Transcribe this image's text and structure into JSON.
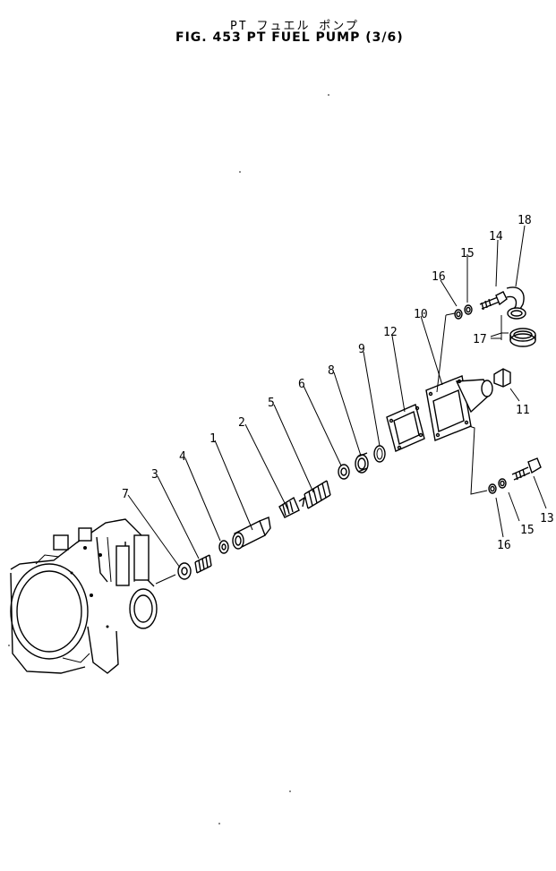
{
  "header": {
    "title_jp": "PT フュエル ポンプ",
    "title": "FIG. 453  PT FUEL PUMP (3/6)"
  },
  "callouts": [
    {
      "id": "1",
      "label": "1"
    },
    {
      "id": "2",
      "label": "2"
    },
    {
      "id": "3",
      "label": "3"
    },
    {
      "id": "4",
      "label": "4"
    },
    {
      "id": "5",
      "label": "5"
    },
    {
      "id": "6",
      "label": "6"
    },
    {
      "id": "7",
      "label": "7"
    },
    {
      "id": "8",
      "label": "8"
    },
    {
      "id": "9",
      "label": "9"
    },
    {
      "id": "10",
      "label": "10"
    },
    {
      "id": "11",
      "label": "11"
    },
    {
      "id": "12",
      "label": "12"
    },
    {
      "id": "13",
      "label": "13"
    },
    {
      "id": "14",
      "label": "14"
    },
    {
      "id": "15a",
      "label": "15"
    },
    {
      "id": "15b",
      "label": "15"
    },
    {
      "id": "16a",
      "label": "16"
    },
    {
      "id": "16b",
      "label": "16"
    },
    {
      "id": "17",
      "label": "17"
    },
    {
      "id": "18",
      "label": "18"
    }
  ]
}
